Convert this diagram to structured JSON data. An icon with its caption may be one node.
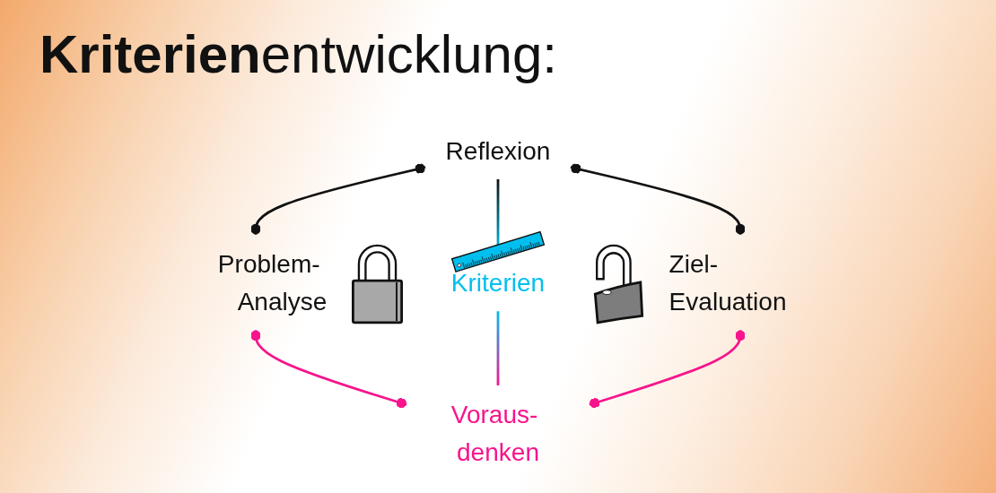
{
  "diagram": {
    "title": "**Kriterien**entwicklung:",
    "nodes": [
      {
        "text": [
          "Reflexion"
        ]
      },
      {
        "text": [
          "Problem- Analyse"
        ]
      },
      {
        "text": [
          "Kriterien"
        ]
      },
      {
        "text": [
          "Ziel- Evaluation"
        ]
      },
      {
        "text": [
          "Voraus- denken"
        ]
      }
    ],
    "edges": [
      {
        "from": 0,
        "to": 1,
        "arrow": "other"
      },
      {
        "from": 0,
        "to": 2,
        "arrow": "none",
        "color": "#00bfee"
      },
      {
        "from": 0,
        "to": 3,
        "arrow": "other"
      },
      {
        "from": 1,
        "to": 4,
        "arrow": "other",
        "color": "#f7148c"
      },
      {
        "from": 2,
        "to": 4,
        "arrow": "none",
        "color": "#f7148c"
      },
      {
        "from": 3,
        "to": 4,
        "arrow": "other",
        "color": "#f7148c"
      }
    ]
  }
}
